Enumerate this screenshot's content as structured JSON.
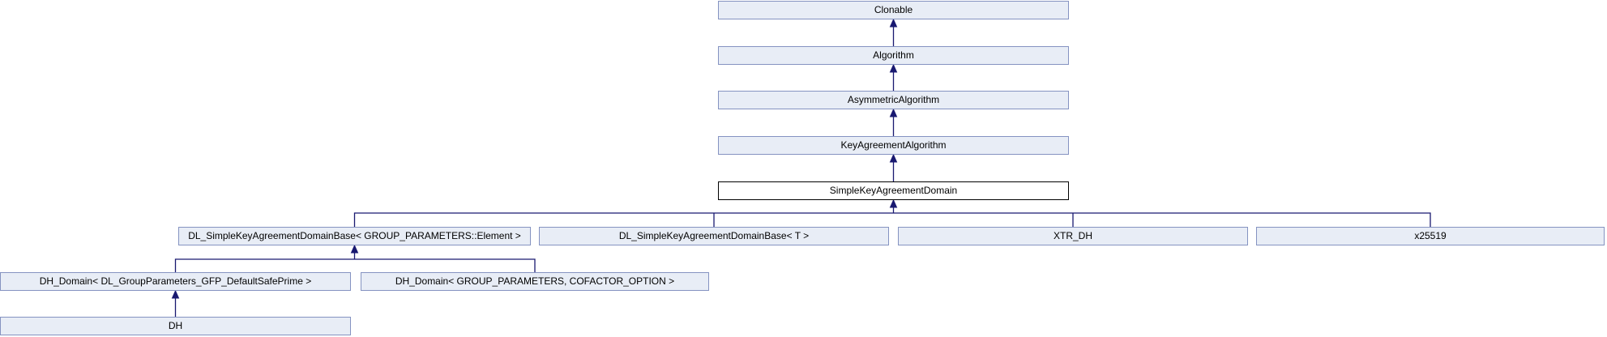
{
  "diagram": {
    "type": "class-inheritance-graph",
    "current_class": "SimpleKeyAgreementDomain",
    "nodes": [
      {
        "id": "clonable",
        "label": "Clonable",
        "current": false
      },
      {
        "id": "algorithm",
        "label": "Algorithm",
        "current": false
      },
      {
        "id": "asymmetric-algorithm",
        "label": "AsymmetricAlgorithm",
        "current": false
      },
      {
        "id": "key-agreement-algorithm",
        "label": "KeyAgreementAlgorithm",
        "current": false
      },
      {
        "id": "simple-key-agreement-domain",
        "label": "SimpleKeyAgreementDomain",
        "current": true
      },
      {
        "id": "dl-simple-key-agreement-domain-base-element",
        "label": "DL_SimpleKeyAgreementDomainBase< GROUP_PARAMETERS::Element >",
        "current": false
      },
      {
        "id": "dl-simple-key-agreement-domain-base-t",
        "label": "DL_SimpleKeyAgreementDomainBase< T >",
        "current": false
      },
      {
        "id": "xtr-dh",
        "label": "XTR_DH",
        "current": false
      },
      {
        "id": "x25519",
        "label": "x25519",
        "current": false
      },
      {
        "id": "dh-domain-default-safe-prime",
        "label": "DH_Domain< DL_GroupParameters_GFP_DefaultSafePrime >",
        "current": false
      },
      {
        "id": "dh-domain-cofactor-option",
        "label": "DH_Domain< GROUP_PARAMETERS, COFACTOR_OPTION >",
        "current": false
      },
      {
        "id": "dh",
        "label": "DH",
        "current": false
      }
    ],
    "edges": [
      {
        "from": "Algorithm",
        "to": "Clonable"
      },
      {
        "from": "AsymmetricAlgorithm",
        "to": "Algorithm"
      },
      {
        "from": "KeyAgreementAlgorithm",
        "to": "AsymmetricAlgorithm"
      },
      {
        "from": "SimpleKeyAgreementDomain",
        "to": "KeyAgreementAlgorithm"
      },
      {
        "from": "DL_SimpleKeyAgreementDomainBase< GROUP_PARAMETERS::Element >",
        "to": "SimpleKeyAgreementDomain"
      },
      {
        "from": "DL_SimpleKeyAgreementDomainBase< T >",
        "to": "SimpleKeyAgreementDomain"
      },
      {
        "from": "XTR_DH",
        "to": "SimpleKeyAgreementDomain"
      },
      {
        "from": "x25519",
        "to": "SimpleKeyAgreementDomain"
      },
      {
        "from": "DH_Domain< DL_GroupParameters_GFP_DefaultSafePrime >",
        "to": "DL_SimpleKeyAgreementDomainBase< GROUP_PARAMETERS::Element >"
      },
      {
        "from": "DH_Domain< GROUP_PARAMETERS, COFACTOR_OPTION >",
        "to": "DL_SimpleKeyAgreementDomainBase< GROUP_PARAMETERS::Element >"
      },
      {
        "from": "DH",
        "to": "DH_Domain< DL_GroupParameters_GFP_DefaultSafePrime >"
      }
    ],
    "colors": {
      "background": "#ffffff",
      "node_fill": "#e8edf6",
      "node_border": "#8593c1",
      "current_node_fill": "#ffffff",
      "current_node_border": "#000000",
      "edge": "#191970",
      "text": "#000000"
    }
  }
}
